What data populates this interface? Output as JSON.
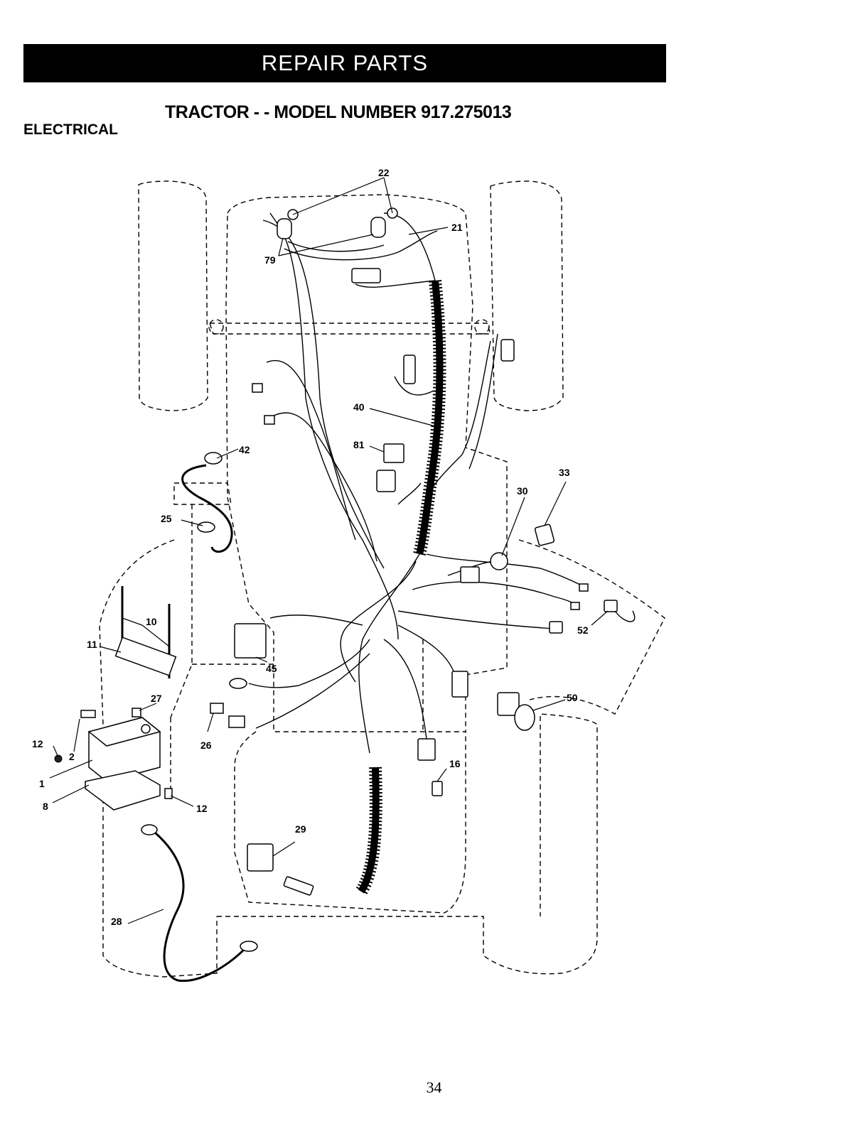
{
  "header": {
    "banner": "REPAIR PARTS"
  },
  "title": "TRACTOR - - MODEL NUMBER 917.275013",
  "section": "ELECTRICAL",
  "page_number": "34",
  "callouts": [
    "1",
    "2",
    "8",
    "10",
    "11",
    "12",
    "12",
    "16",
    "21",
    "22",
    "25",
    "26",
    "27",
    "28",
    "29",
    "30",
    "33",
    "40",
    "42",
    "45",
    "50",
    "52",
    "79",
    "81"
  ]
}
